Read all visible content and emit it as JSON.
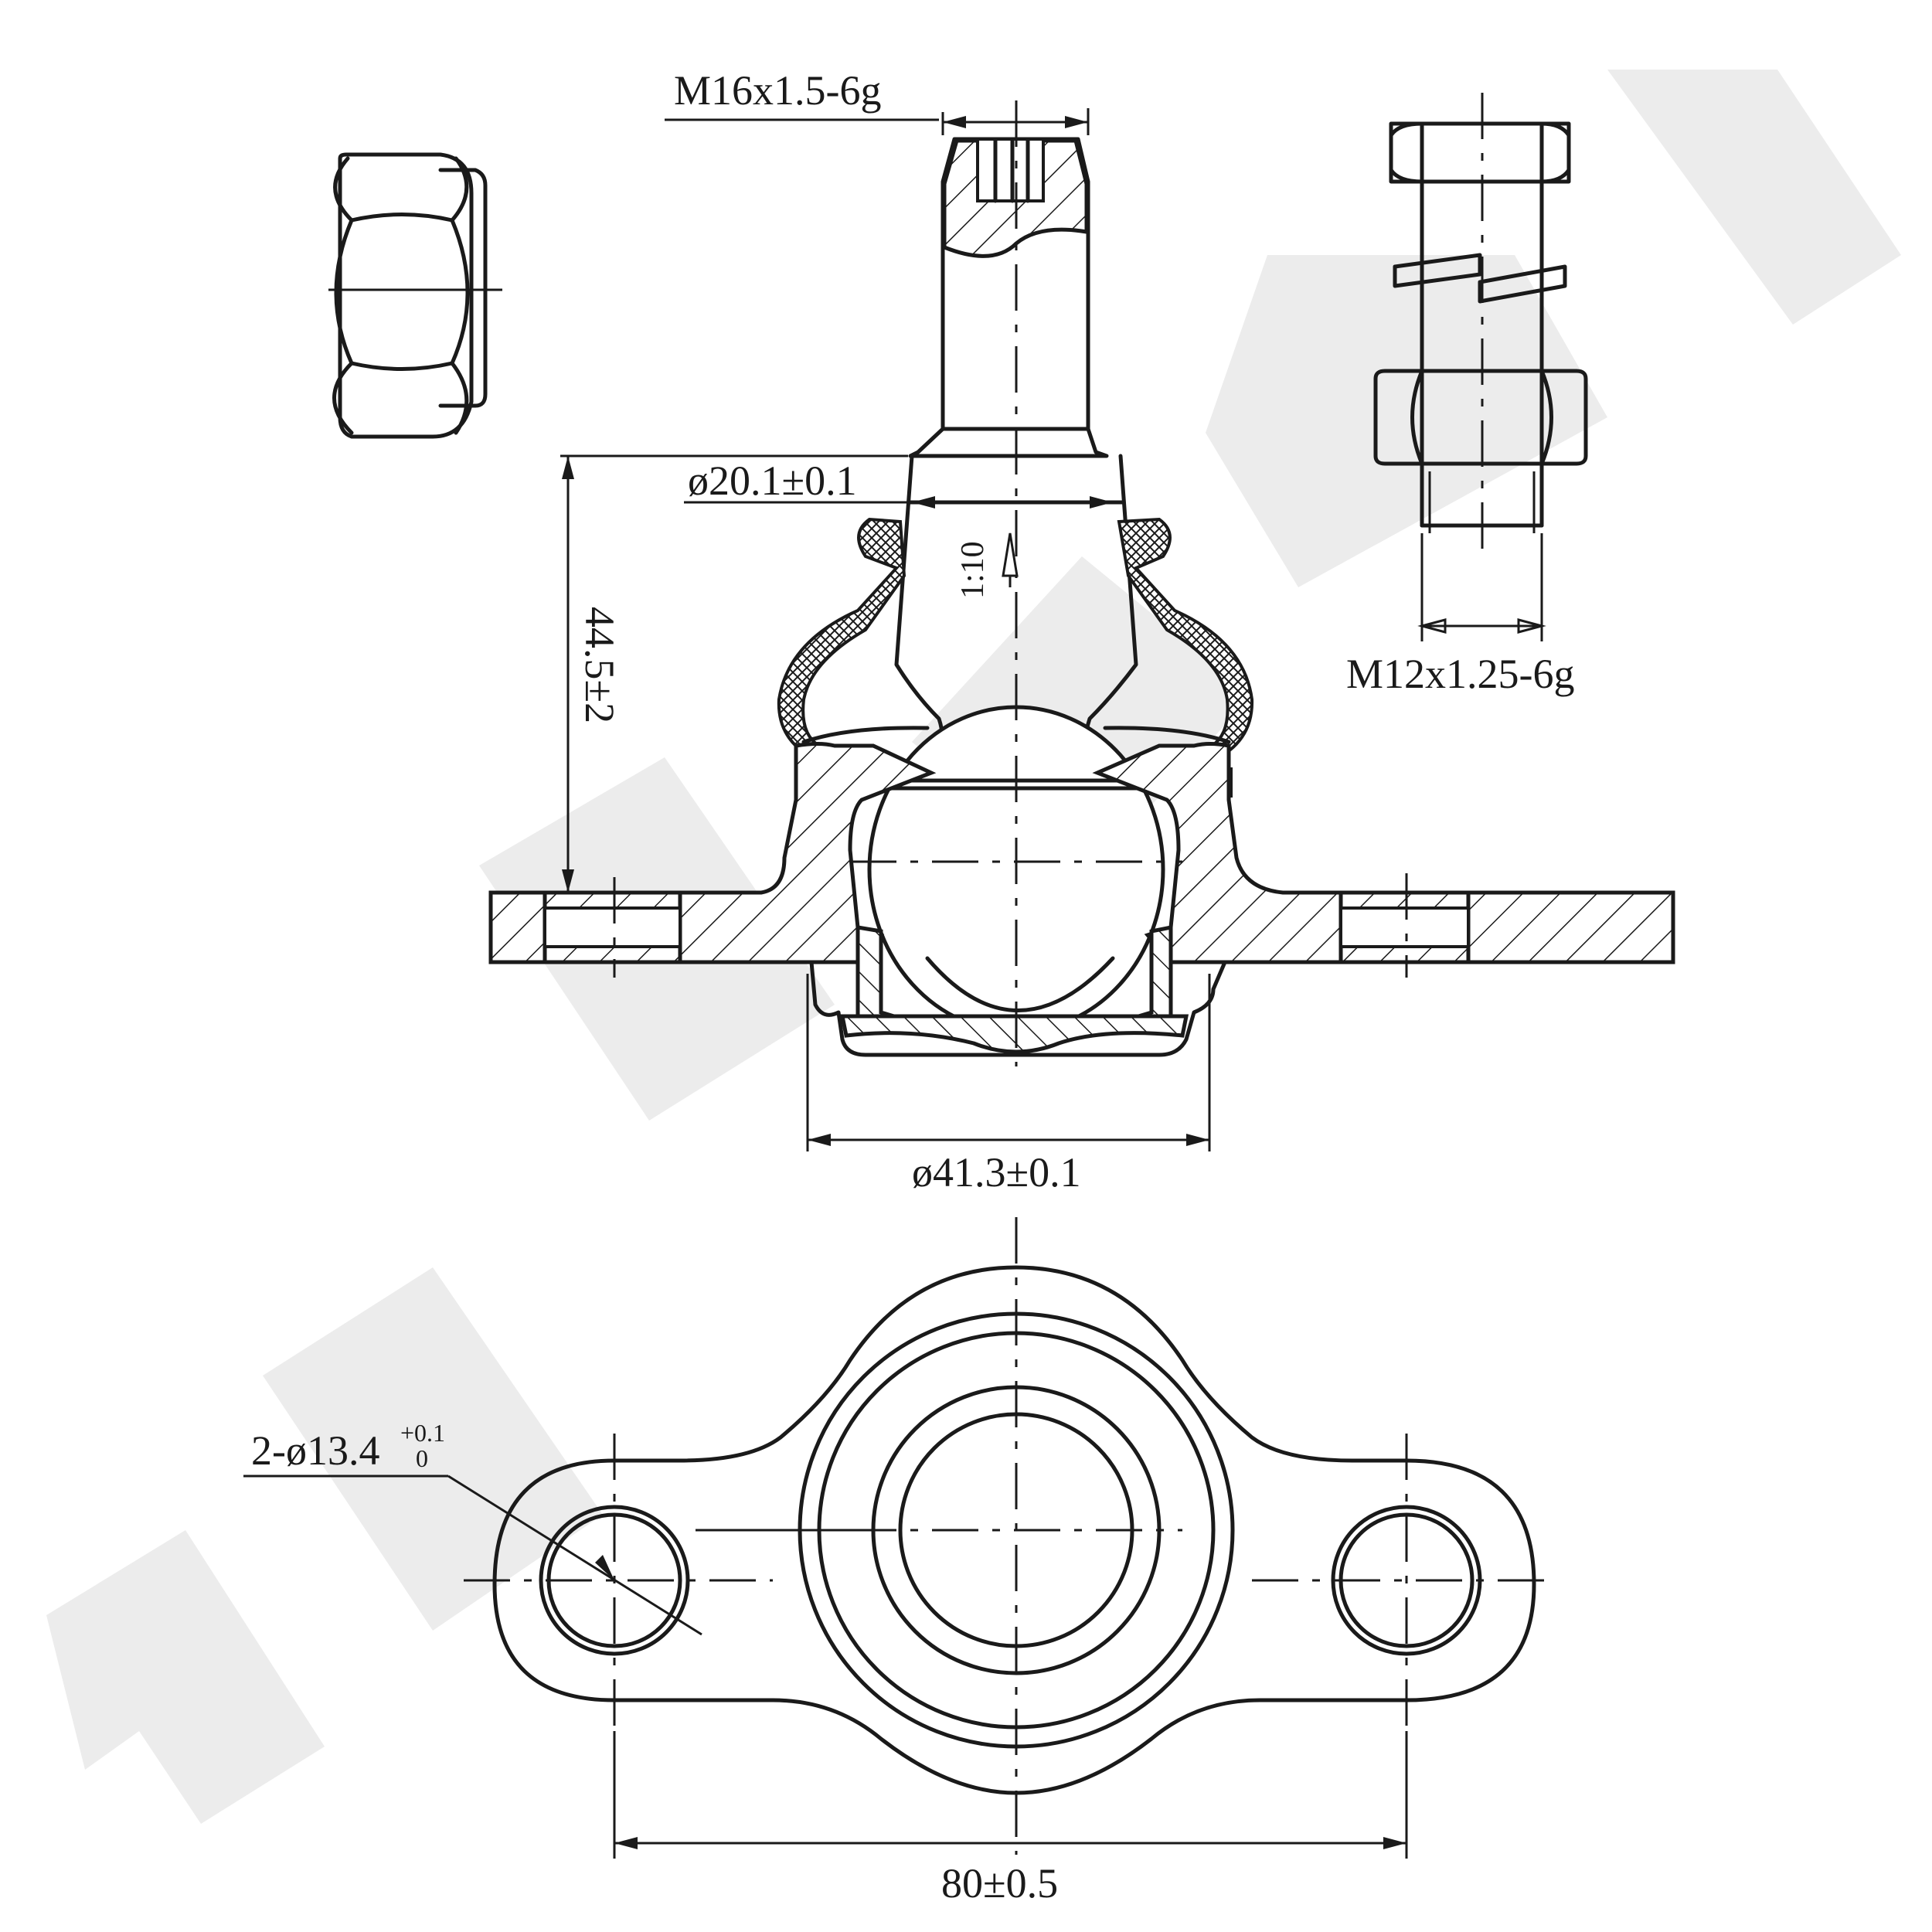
{
  "dimensions": {
    "stud_thread": "M16x1.5-6g",
    "bolt_thread": "M12x1.25-6g",
    "taper_diameter": "ø20.1±0.1",
    "height": "44.5±2",
    "taper_ratio": "1:10",
    "housing_diameter": "ø41.3±0.1",
    "hole_spec": "2-ø13.4",
    "hole_tol_upper": "+0.1",
    "hole_tol_lower": "0",
    "hole_spacing": "80±0.5"
  },
  "colors": {
    "line": "#1a1a1a",
    "watermark": "#ececec",
    "background": "#ffffff"
  }
}
